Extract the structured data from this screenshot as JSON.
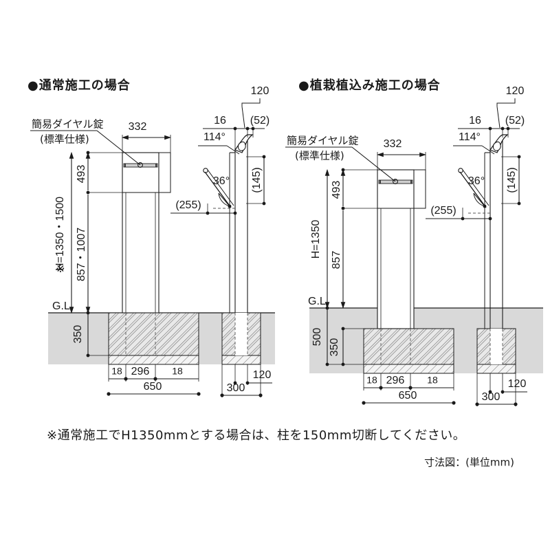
{
  "page": {
    "caption": "寸法図：(単位mm)",
    "note": "※通常施工でH1350mmとする場合は、柱を150mm切断してください。",
    "unit": "mm"
  },
  "colors": {
    "line": "#1a1a1a",
    "ground_fill": "#d9d9d9",
    "concrete_fill": "#e8e8e8",
    "text": "#1a1a1a",
    "background": "#ffffff"
  },
  "diagrams": [
    {
      "id": "normal",
      "title": "●通常施工の場合",
      "lock_label_line1": "簡易ダイヤル錠",
      "lock_label_line2": "(標準仕様)",
      "front_view": {
        "width_332": "332",
        "height_total_label": "※H=1350・1500",
        "height_total_prefix": "※",
        "height_total": "H=1350・1500",
        "height_upper": "493",
        "height_lower": "857・1007",
        "ground_label": "G.L",
        "depth_350": "350",
        "base_left": "18",
        "base_center": "296",
        "base_right": "18",
        "base_total": "650"
      },
      "side_view": {
        "top_120": "120",
        "top_16": "16",
        "top_52": "(52)",
        "angle_114": "114°",
        "angle_36": "36°",
        "height_145": "(145)",
        "height_255": "(255)",
        "base_300": "300",
        "base_120": "120"
      }
    },
    {
      "id": "planting",
      "title": "●植栽植込み施工の場合",
      "lock_label_line1": "簡易ダイヤル錠",
      "lock_label_line2": "(標準仕様)",
      "front_view": {
        "width_332": "332",
        "height_total": "H=1350",
        "height_upper": "493",
        "height_lower": "857",
        "ground_label": "G.L",
        "depth_500": "500",
        "depth_350": "350",
        "base_left": "18",
        "base_center": "296",
        "base_right": "18",
        "base_total": "650"
      },
      "side_view": {
        "top_120": "120",
        "top_16": "16",
        "top_52": "(52)",
        "angle_114": "114°",
        "angle_36": "36°",
        "height_145": "(145)",
        "height_255": "(255)",
        "base_300": "300",
        "base_120": "120"
      }
    }
  ]
}
